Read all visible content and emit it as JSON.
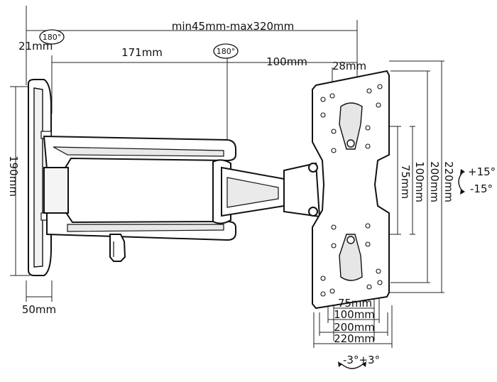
{
  "diagram": {
    "dimensions": {
      "overall_extension": "min45mm-max320mm",
      "wall_plate_offset": "21mm",
      "arm_length_1": "171mm",
      "arm_length_2": "100mm",
      "bracket_depth": "28mm",
      "wall_plate_height": "190mm",
      "wall_plate_width": "50mm"
    },
    "rotation_badges": {
      "wall_pivot": "180°",
      "arm_pivot": "180°"
    },
    "vesa_vertical": [
      "75mm",
      "100mm",
      "200mm",
      "220mm"
    ],
    "vesa_horizontal": [
      "75mm",
      "100mm",
      "200mm",
      "220mm"
    ],
    "tilt": {
      "up": "+15°",
      "down": "-15°"
    },
    "swivel": "-3°+3°"
  }
}
